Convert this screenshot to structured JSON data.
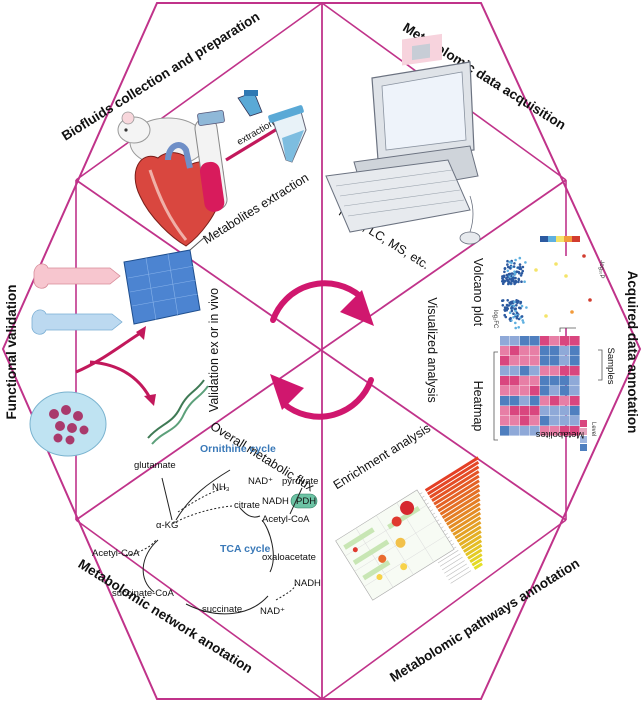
{
  "sections": {
    "biofluids": "Biofluids collection and preparation",
    "acquisition": "Metabolomic data acquisition",
    "annotation": "Acquired data annotation",
    "pathways": "Metabolomic pathways annotation",
    "network": "Metabolomic network anotation",
    "functional": "Functional validation"
  },
  "inner": {
    "extraction": "Metabolites extraction",
    "nmr": "NMR, LC, MS, etc.",
    "visualized": "Visualized analysis",
    "enrichment": "Enrichment analysis",
    "flux": "Overall metabolic flux",
    "validation": "Validation ex or in vivo"
  },
  "biofluids": {
    "extraction_label": "extraction"
  },
  "annotation": {
    "volcano": "Volcano plot",
    "heatmap": "Heatmap",
    "samples": "Samples",
    "metabolites": "Metabolites",
    "log2fc": "log₂FC",
    "neglog10p": "-log₁₀P",
    "level_label": "Level"
  },
  "network": {
    "ornithine": "Ornithine cycle",
    "tca": "TCA cycle",
    "glutamate": "glutamate",
    "nh3": "NH₃",
    "akg": "α-KG",
    "citrate": "citrate",
    "acetylcoa_left": "Acetyl-CoA",
    "acetylcoa_right": "Acetyl-CoA",
    "nad_top": "NAD⁺",
    "nadh_top": "NADH",
    "pyruvate": "pyruvate",
    "pdh": "PDH",
    "oxaloacetate": "oxaloacetate",
    "succinylcoa": "succinate-CoA",
    "succinate": "succinate",
    "nadh_bottom": "NADH",
    "nad_bottom": "NAD⁺"
  },
  "colors": {
    "hexagon": "#c0338a",
    "cycle_arrow": "#d0176e",
    "label_blue": "#3a79b8",
    "heat_high": "#d9467f",
    "heat_low": "#4f7fbf"
  }
}
